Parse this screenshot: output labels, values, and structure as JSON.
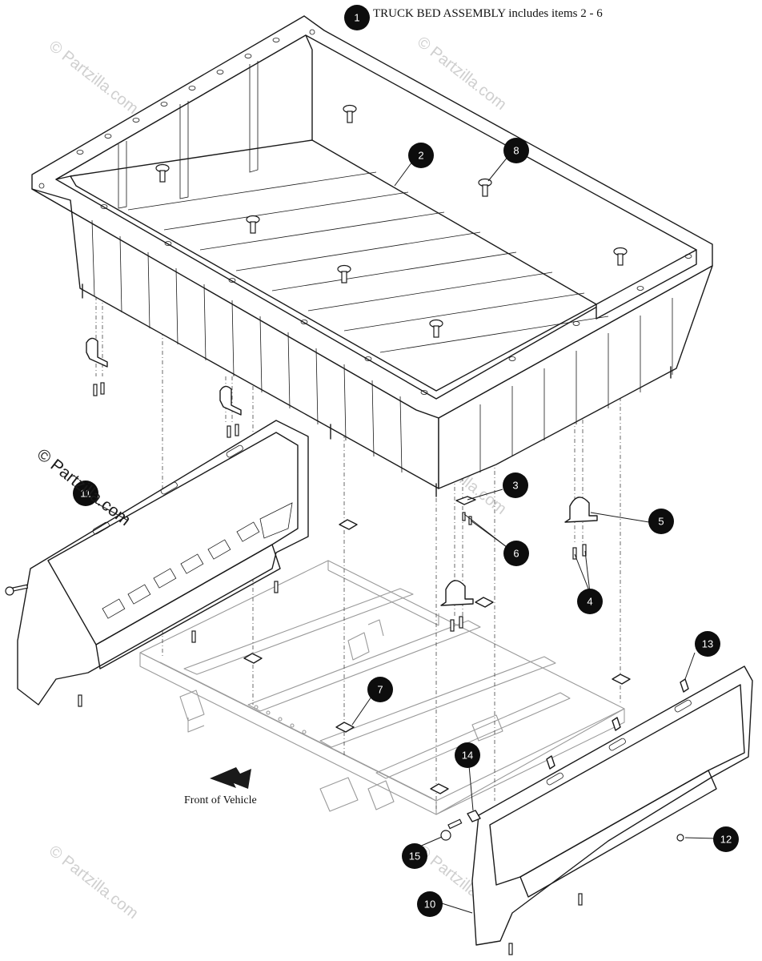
{
  "header": {
    "callout_number": "1",
    "title": "TRUCK BED ASSEMBLY includes items 2 - 6"
  },
  "callouts": [
    "2",
    "3",
    "4",
    "5",
    "6",
    "7",
    "8",
    "10",
    "11",
    "12",
    "13",
    "14",
    "15"
  ],
  "direction": {
    "label": "Front of Vehicle",
    "icon": "arrow-front-icon"
  },
  "watermark": {
    "text": "© Partzilla.com",
    "color": "#cfcfcf"
  },
  "colors": {
    "line": "#1a1a1a",
    "frame": "#9a9a9a",
    "callout": "#0d0d0d",
    "background": "#ffffff"
  }
}
